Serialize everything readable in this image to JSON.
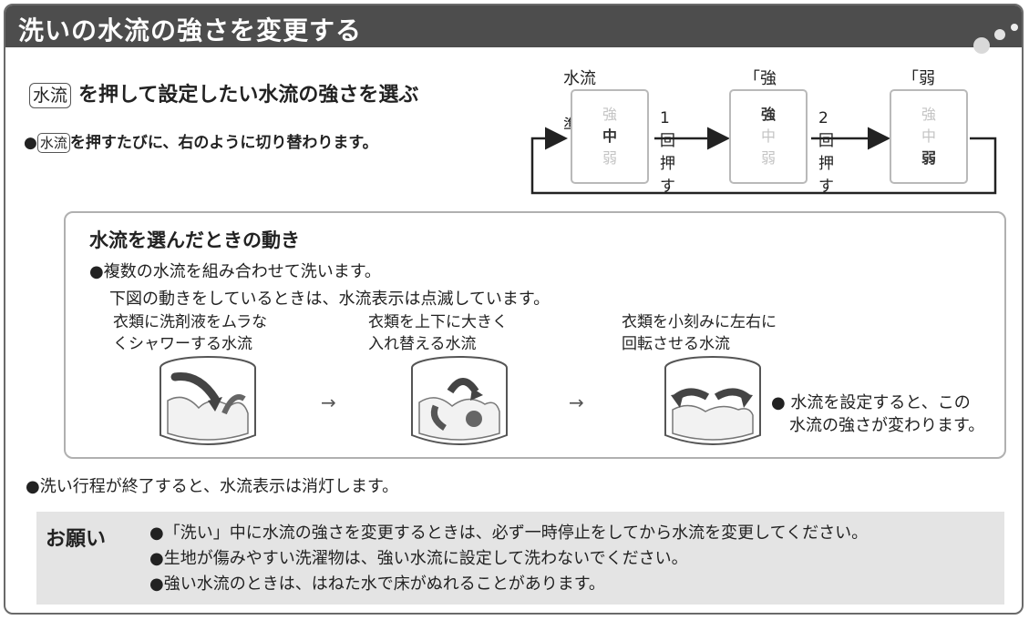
{
  "title": "洗いの水流の強さを変更する",
  "step": {
    "key": "水流",
    "text": "を押して設定したい水流の強さを選ぶ"
  },
  "note": {
    "bullet": "●",
    "key": "水流",
    "text": "を押すたびに、右のように切り替わります。"
  },
  "cycle": {
    "labels": [
      "水流「標準」",
      "「強く」",
      "「弱く」"
    ],
    "press": [
      "1回押す",
      "2回押す"
    ],
    "levels": [
      "強",
      "中",
      "弱"
    ],
    "active": [
      1,
      0,
      2
    ]
  },
  "panel": {
    "title": "水流を選んだときの動き",
    "bullet1": "●複数の水流を組み合わせて洗います。",
    "line2": "下図の動きをしているときは、水流表示は点滅しています。",
    "captions": [
      [
        "衣類に洗剤液をムラな",
        "くシャワーする水流"
      ],
      [
        "衣類を上下に大きく",
        "入れ替える水流"
      ],
      [
        "衣類を小刻みに左右に",
        "回転させる水流"
      ]
    ],
    "arrow": "→",
    "sidenote": [
      "● 水流を設定すると、この",
      "水流の強さが変わります。"
    ]
  },
  "endnote": "●洗い行程が終了すると、水流表示は消灯します。",
  "request": {
    "title": "お願い",
    "items": [
      "●「洗い」中に水流の強さを変更するときは、必ず一時停止をしてから水流を変更してください。",
      "●生地が傷みやすい洗濯物は、強い水流に設定して洗わないでください。",
      "●強い水流のときは、はねた水で床がぬれることがあります。"
    ]
  },
  "colors": {
    "titlebar": "#4d4d4d",
    "request_bg": "#e4e4e4",
    "frame": "#6a6a6a",
    "inactive_level": "#c4c4c4"
  }
}
